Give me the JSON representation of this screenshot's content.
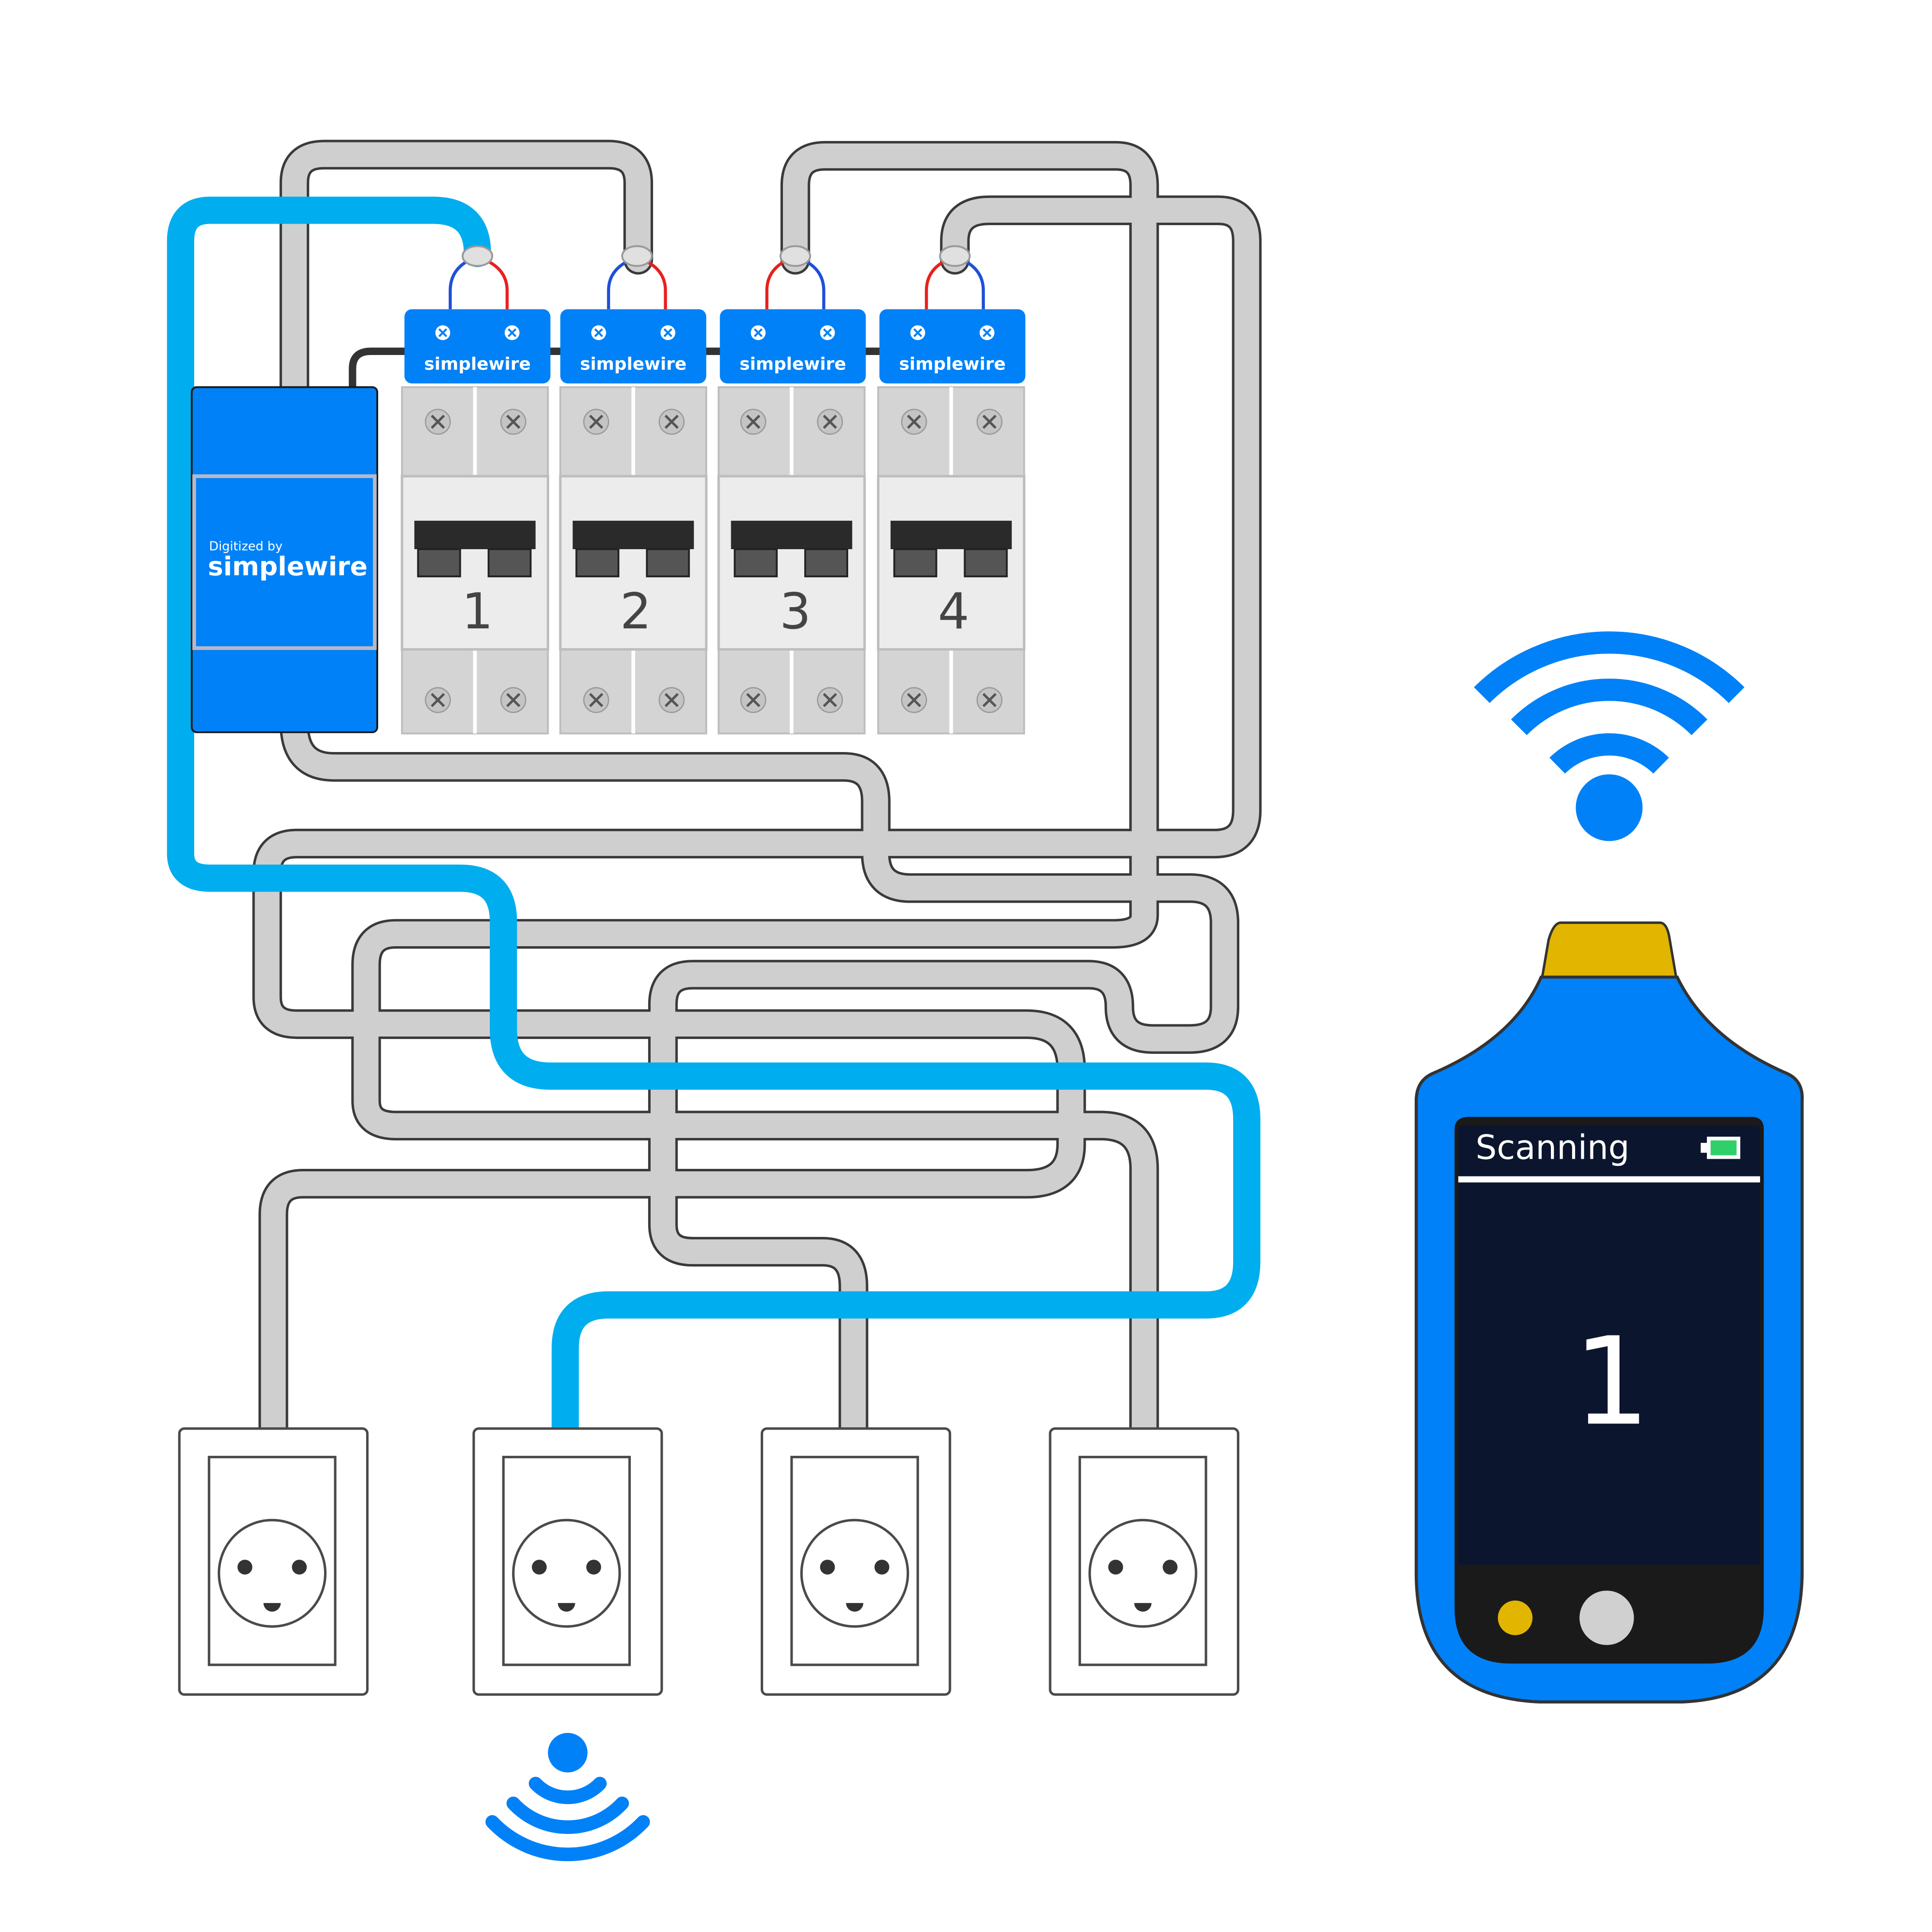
{
  "brand": {
    "module_label": "simplewire",
    "controller_prefix": "Digitized by",
    "controller_label": "simplewire"
  },
  "breakers": [
    {
      "number": "1"
    },
    {
      "number": "2"
    },
    {
      "number": "3"
    },
    {
      "number": "4"
    }
  ],
  "scanner": {
    "status": "Scanning",
    "circuit_number": "1",
    "battery_level": 1.0
  },
  "colors": {
    "brand_blue": "#0081f7",
    "traced_cable": "#00adee",
    "cable_gray": "#cfcfcf",
    "accent_yellow": "#e2b500",
    "screen_bg": "#0c152e"
  },
  "icons": [
    "wifi-icon",
    "signal-icon",
    "battery-icon",
    "screw-icon",
    "socket-icon"
  ]
}
